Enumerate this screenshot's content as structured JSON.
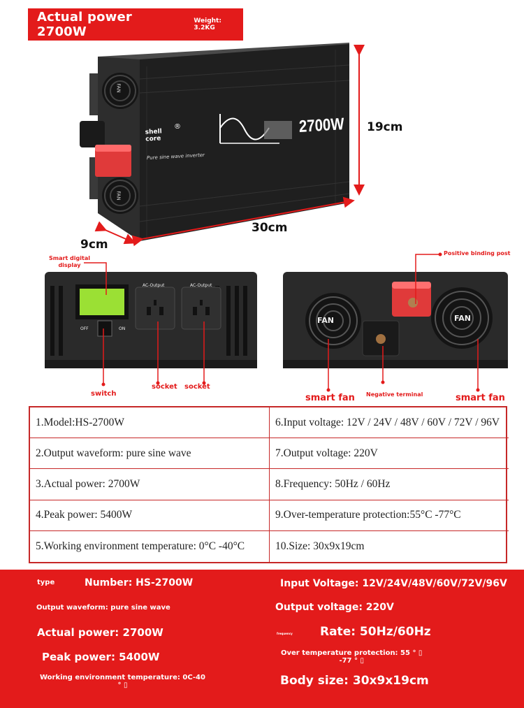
{
  "header": {
    "title": "Actual power 2700W",
    "weight": "Weight: 3.2KG"
  },
  "product": {
    "brand_line1": "shell",
    "brand_line2": "core",
    "registered": "®",
    "subtitle": "Pure sine wave inverter",
    "power_label": "2700W",
    "fan_label": "FAN"
  },
  "dimensions": {
    "height": "19cm",
    "length": "30cm",
    "width": "9cm"
  },
  "front_panel": {
    "callouts": {
      "display": [
        "Smart digital",
        "display"
      ],
      "switch": "switch",
      "socket1": "socket",
      "socket2": "socket"
    },
    "off": "OFF",
    "on": "ON",
    "ac_output_1": "AC-Output",
    "ac_output_2": "AC-Output"
  },
  "rear_panel": {
    "callouts": {
      "positive": "Positive binding post",
      "negative": "Negative terminal",
      "fan_left": "smart fan",
      "fan_right": "smart fan"
    },
    "fan_text_left": "FAN",
    "fan_text_right": "FAN"
  },
  "specs": [
    "1.Model:HS-2700W",
    "6.Input voltage: 12V / 24V / 48V / 60V / 72V / 96V",
    "2.Output waveform: pure sine wave",
    "7.Output voltage: 220V",
    "3.Actual power: 2700W",
    "8.Frequency: 50Hz / 60Hz",
    "4.Peak power: 5400W",
    "9.Over-temperature protection:55°C -77°C",
    "5.Working environment temperature: 0°C -40°C",
    "10.Size: 30x9x19cm"
  ],
  "footer": {
    "type_label": "type",
    "number": "Number: HS-2700W",
    "input_voltage": "Input Voltage: 12V/24V/48V/60V/72V/96V",
    "output_waveform": "Output waveform: pure sine wave",
    "output_voltage": "Output voltage: 220V",
    "actual_power": "Actual power: 2700W",
    "frequency_small": "frequency",
    "rate": "Rate: 50Hz/60Hz",
    "peak_power": "Peak power: 5400W",
    "over_temp_line1": "Over temperature protection: 55 ° ▯",
    "over_temp_line2": "-77 ° ▯",
    "working_temp_line1": "Working environment temperature: 0C-40",
    "working_temp_line2": "° ▯",
    "body_size": "Body size: 30x9x19cm"
  },
  "colors": {
    "brand_red": "#e31b1b",
    "table_border": "#c62828",
    "inverter_body": "#2a2a2a",
    "lcd_green": "#9be034"
  }
}
